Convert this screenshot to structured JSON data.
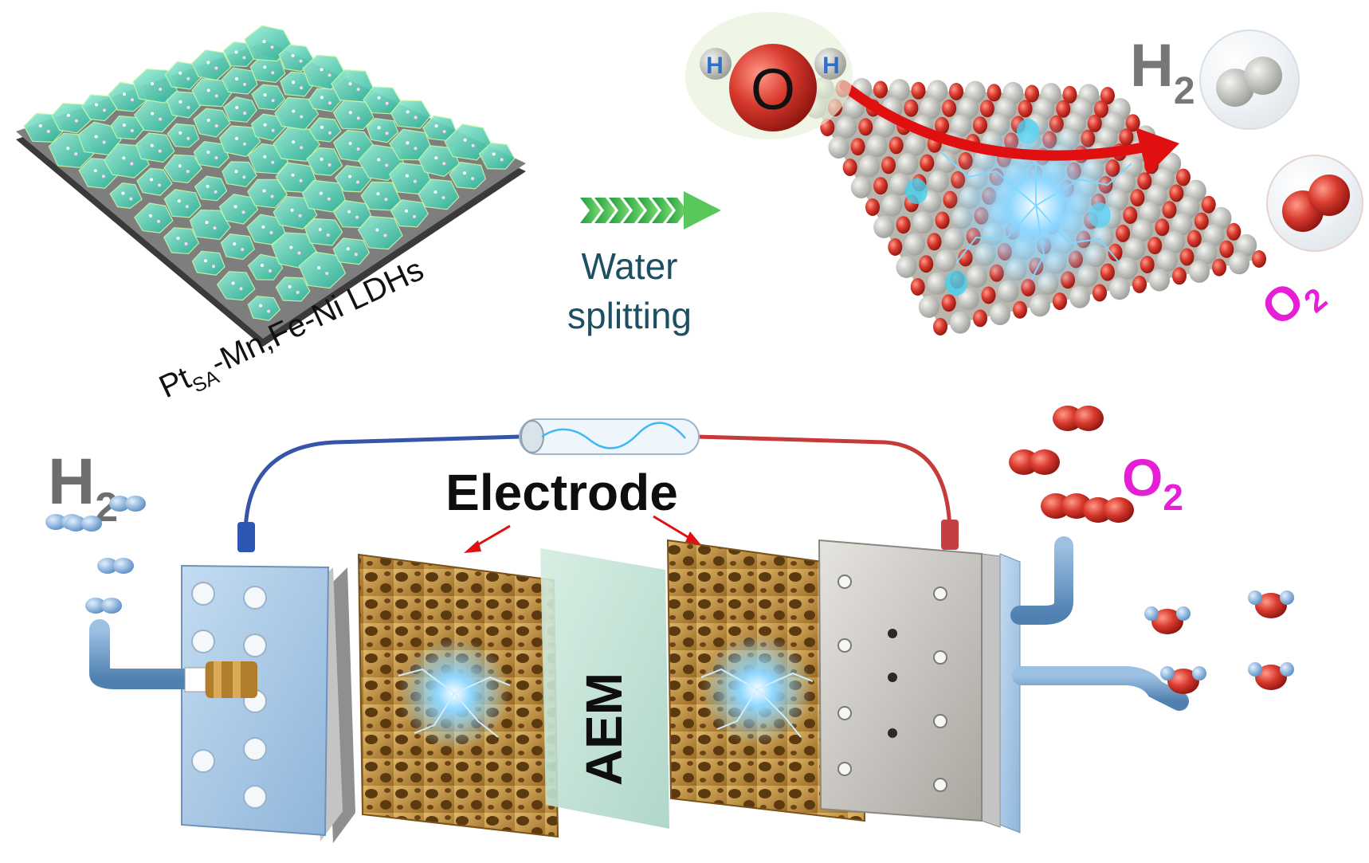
{
  "catalyst": {
    "name_main": "Pt",
    "name_sub": "SA",
    "name_rest": "-Mn,Fe-Ni LDHs"
  },
  "process": {
    "line1": "Water",
    "line2": "splitting"
  },
  "molecule": {
    "o": "O",
    "h": "H"
  },
  "products": {
    "h2_main": "H",
    "h2_sub": "2",
    "o2_main": "O",
    "o2_sub": "2"
  },
  "electrolyzer": {
    "electrode_label": "Electrode",
    "membrane_label": "AEM"
  },
  "colors": {
    "accent_green": "#2fae4e",
    "text_teal": "#1d4f63",
    "magenta": "#e61fd6",
    "red_arrow": "#e01010",
    "plate_blue": "#a9c9e6",
    "foam_gold": "#c89540"
  }
}
